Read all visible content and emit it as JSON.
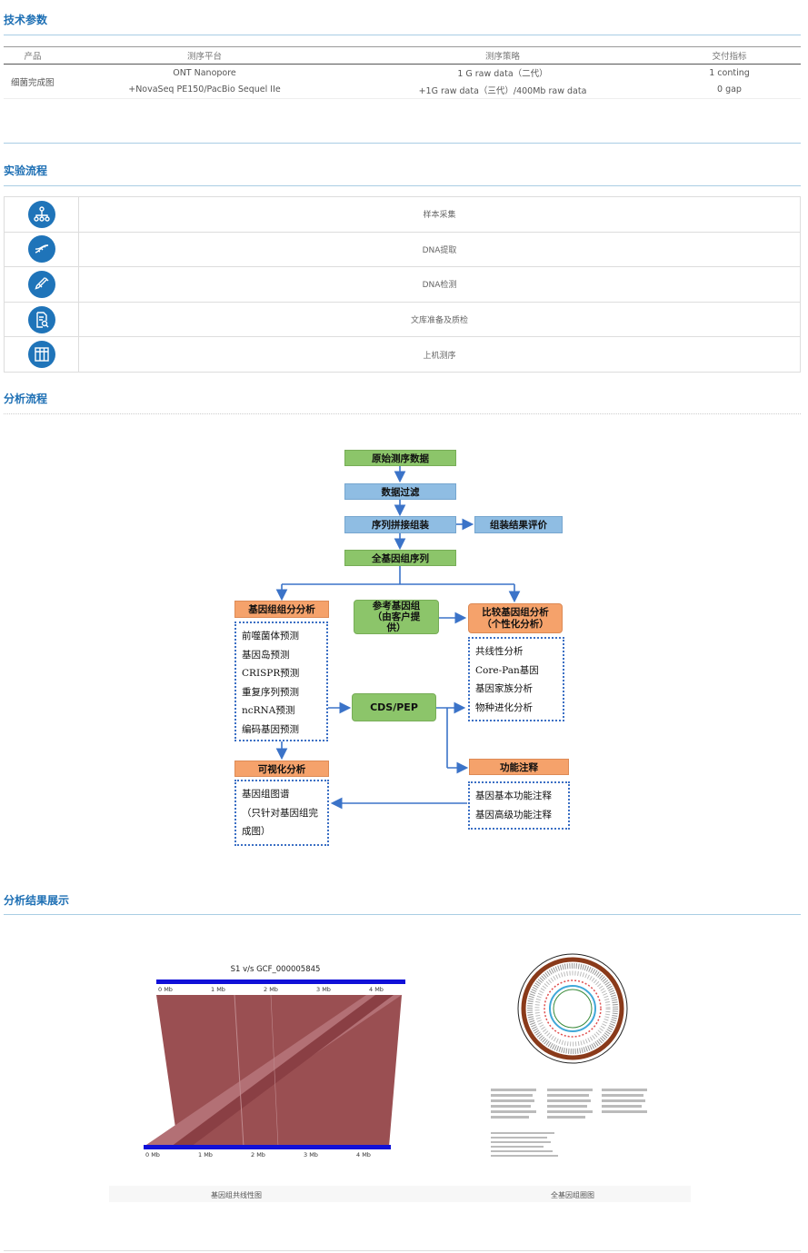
{
  "sections": {
    "params_title": "技术参数",
    "process_title": "实验流程",
    "analysis_title": "分析流程",
    "results_title": "分析结果展示"
  },
  "params_table": {
    "headers": [
      "产品",
      "测序平台",
      "测序策略",
      "交付指标"
    ],
    "product": "细菌完成图",
    "rows": [
      [
        "ONT Nanopore",
        "1 G raw data（二代）",
        "1 conting"
      ],
      [
        "+NovaSeq PE150/PacBio Sequel IIe",
        "+1G raw data（三代）/400Mb raw data",
        "0 gap"
      ]
    ]
  },
  "process_steps": [
    {
      "icon": "hierarchy-icon",
      "label": "样本采集"
    },
    {
      "icon": "dna-icon",
      "label": "DNA提取"
    },
    {
      "icon": "pipette-icon",
      "label": "DNA检测"
    },
    {
      "icon": "document-search-icon",
      "label": "文库准备及质检"
    },
    {
      "icon": "grid-icon",
      "label": "上机测序"
    }
  ],
  "flowchart": {
    "raw": "原始测序数据",
    "filter": "数据过滤",
    "assemble": "序列拼接组装",
    "eval": "组装结果评价",
    "genome": "全基因组序列",
    "component": "基因组组分分析",
    "reference_lines": [
      "参考基因组",
      "（由客户提",
      "供）"
    ],
    "compare_lines": [
      "比较基因组分析",
      "（个性化分析）"
    ],
    "component_items": [
      "前噬菌体预测",
      "基因岛预测",
      "CRISPR预测",
      "重复序列预测",
      "ncRNA预测",
      "编码基因预测"
    ],
    "cds": "CDS/PEP",
    "compare_items": [
      "共线性分析",
      "Core-Pan基因",
      "基因家族分析",
      "物种进化分析"
    ],
    "visual": "可视化分析",
    "visual_items": [
      "基因组图谱",
      "（只针对基因组完",
      "成图）"
    ],
    "function": "功能注释",
    "function_items": [
      "基因基本功能注释",
      "基因高级功能注释"
    ]
  },
  "synteny": {
    "title": "S1 v/s GCF_000005845",
    "top_ticks": [
      "0 Mb",
      "1 Mb",
      "2 Mb",
      "3 Mb",
      "4 Mb"
    ],
    "bottom_ticks": [
      "0 Mb",
      "1 Mb",
      "2 Mb",
      "3 Mb",
      "4 Mb"
    ],
    "caption": "基因组共线性图"
  },
  "circos": {
    "caption": "全基因组圈图"
  },
  "colors": {
    "accent": "#1d6fb4",
    "synteny_band": "#9a4f52",
    "green": "#8cc56a",
    "blue": "#8fbde3",
    "orange": "#f5a26b"
  }
}
